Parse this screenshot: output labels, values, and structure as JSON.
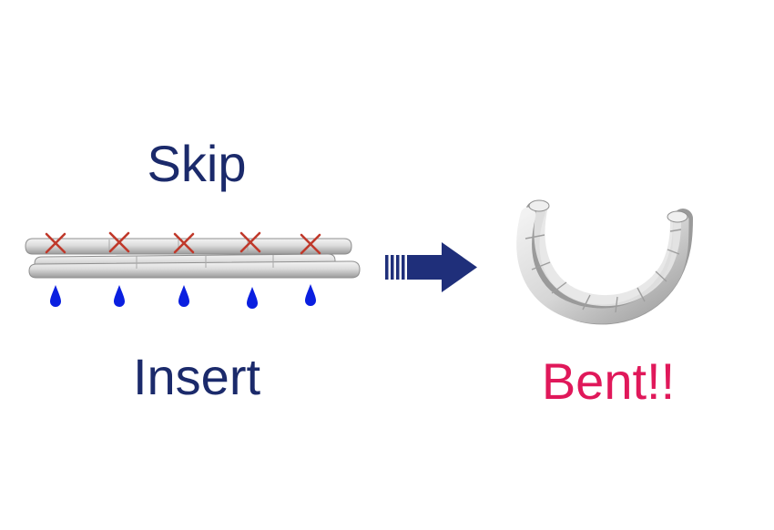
{
  "labels": {
    "top": "Skip",
    "bottom": "Insert",
    "result": "Bent!!"
  },
  "colors": {
    "label_navy": "#1b2a6b",
    "result_red": "#e0185a",
    "arrow_navy": "#1f2f7a",
    "cross_red": "#c0392b",
    "drop_blue": "#0a1fe0",
    "rod_light": "#e8e8e8",
    "rod_mid": "#c4c4c4",
    "rod_dark": "#8a8a8a"
  },
  "icons": {
    "skip_marker": "cross-mark-icon",
    "insert_marker": "droplet-icon",
    "process_arrow": "right-arrow-icon"
  },
  "marker_count": 5
}
